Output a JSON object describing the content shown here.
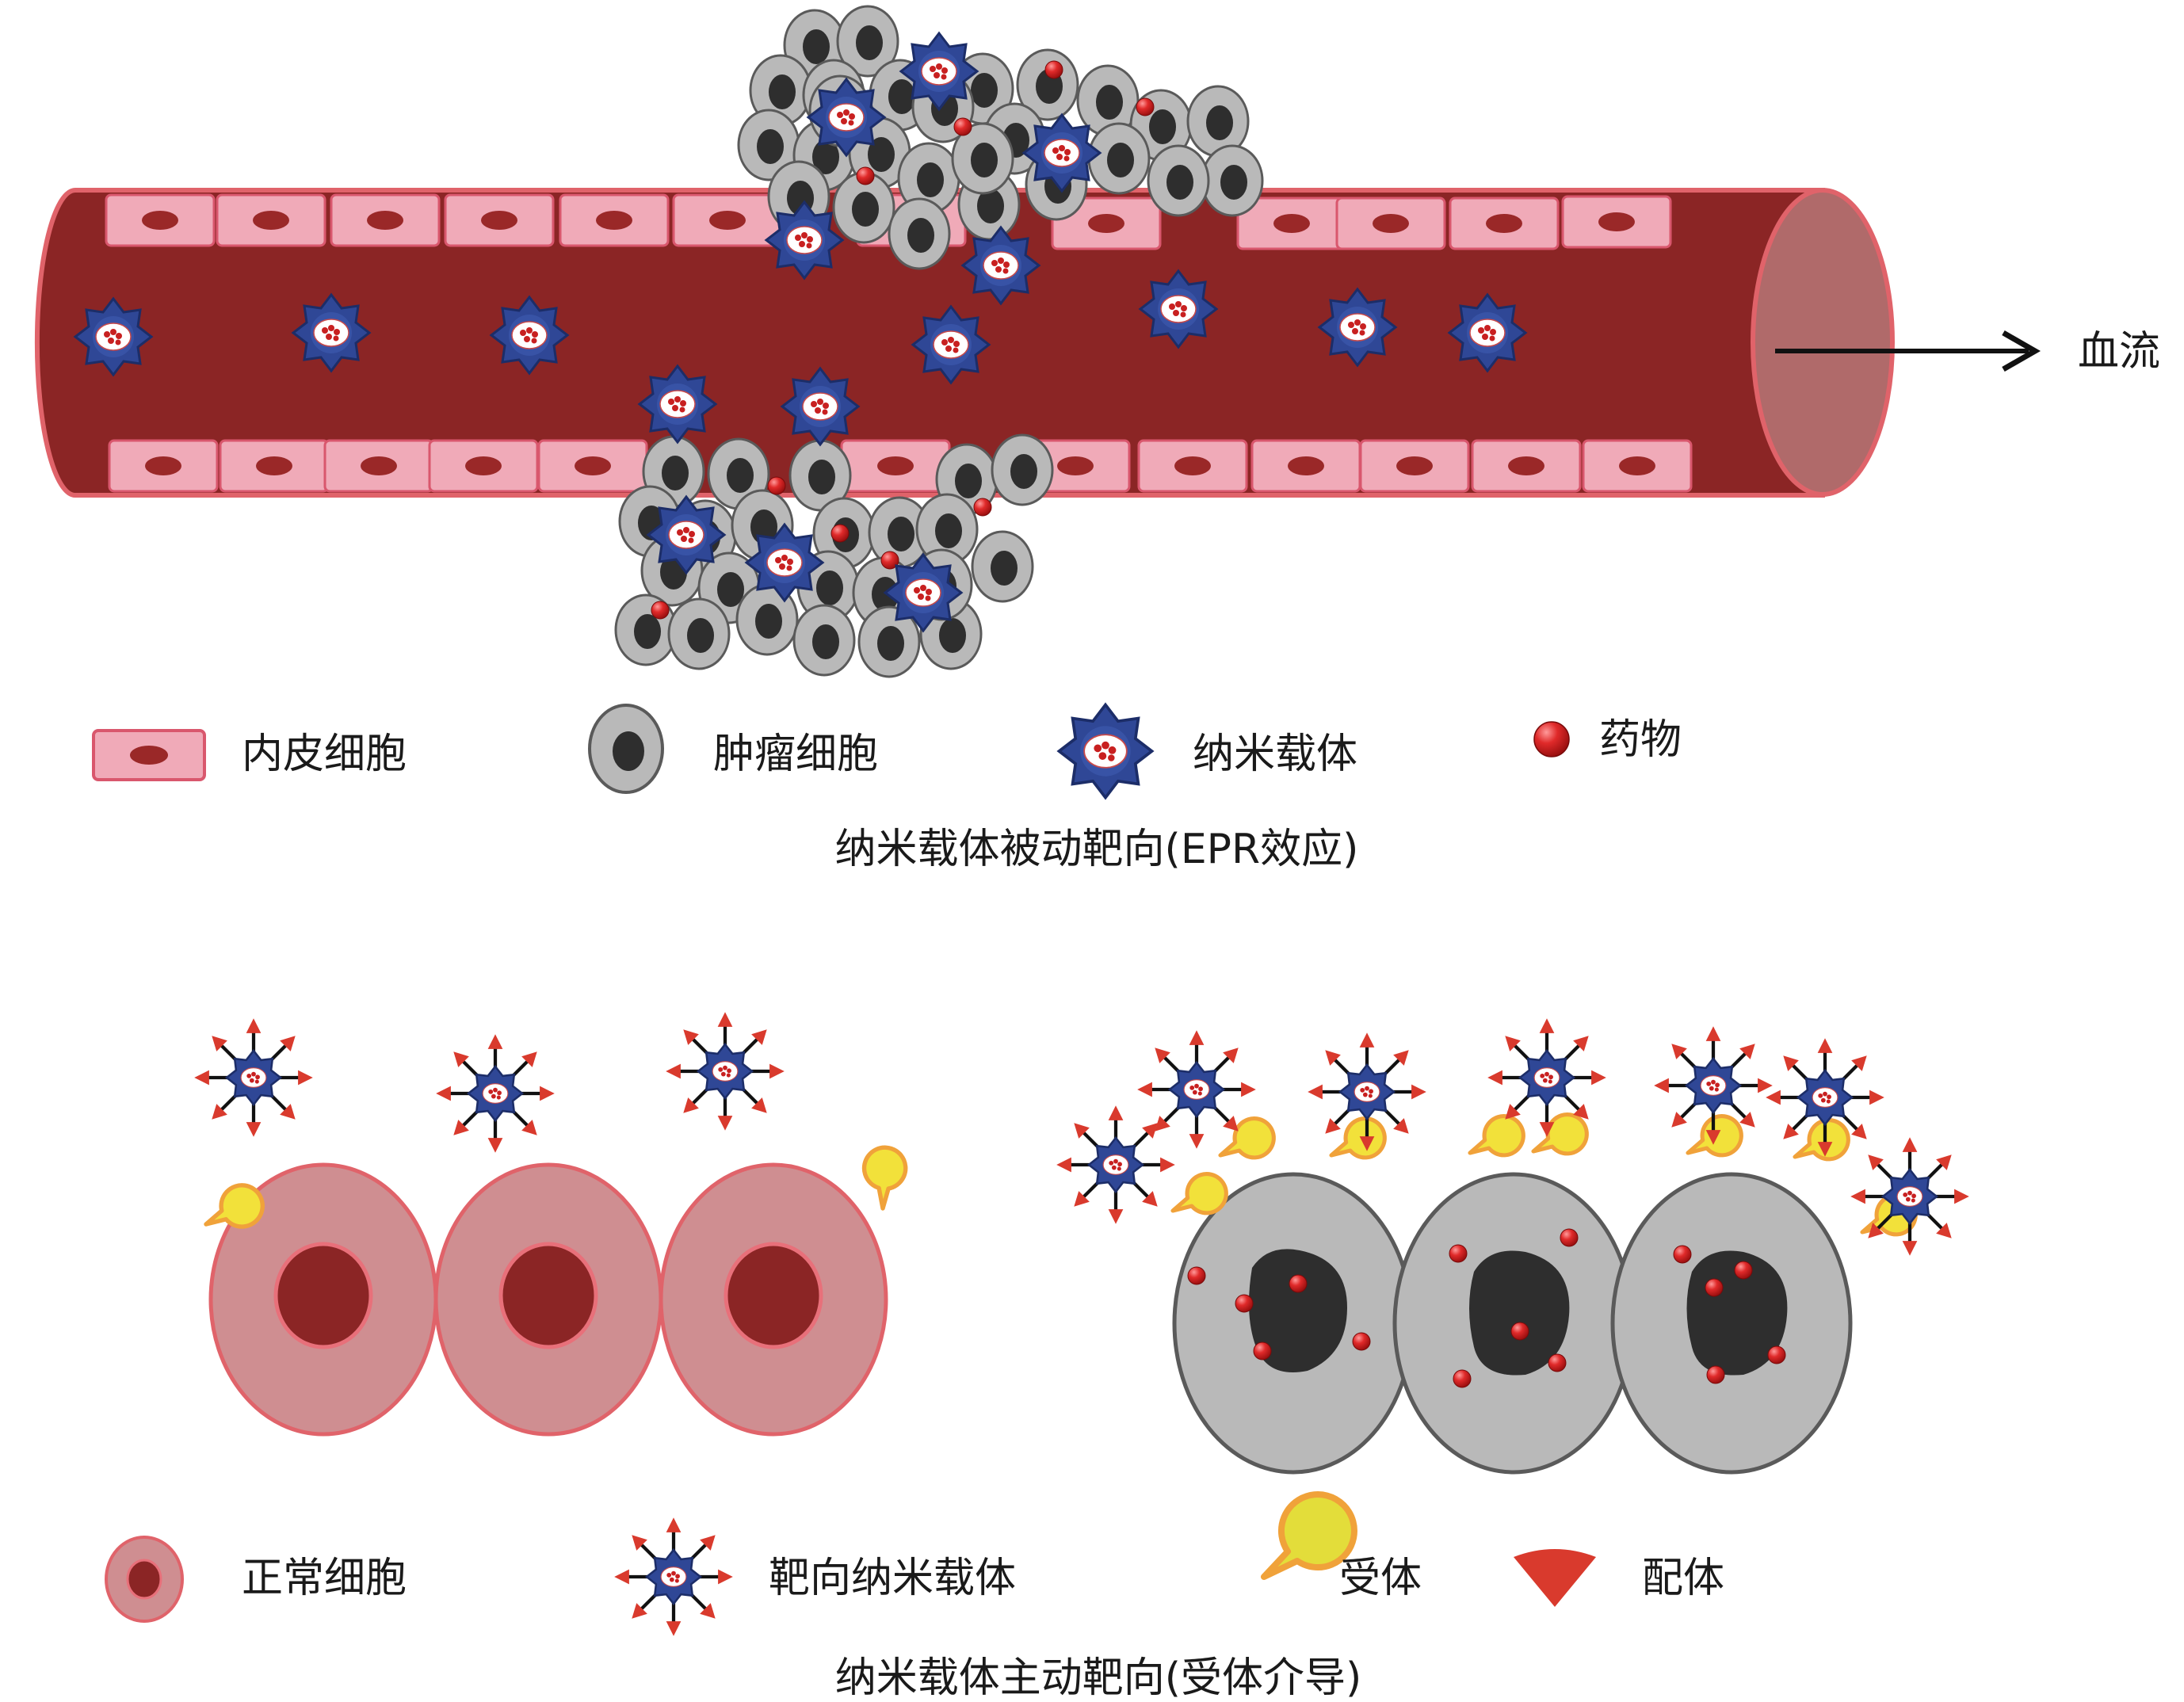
{
  "passive": {
    "flow_label": "血流",
    "legend": {
      "endothelial": "内皮细胞",
      "tumor": "肿瘤细胞",
      "nanocarrier": "纳米载体",
      "drug": "药物"
    },
    "caption": "纳米载体被动靶向(EPR效应)"
  },
  "active": {
    "legend": {
      "normal_cell": "正常细胞",
      "targeted_nanocarrier": "靶向纳米载体",
      "receptor": "受体",
      "ligand": "配体"
    },
    "caption": "纳米载体主动靶向(受体介导)"
  },
  "colors": {
    "vessel": "#8b2525",
    "vessel_outline": "#e0636a",
    "endothelial": "#f0aab8",
    "endothelial_nucleus": "#9a2828",
    "tumor_cell": "#b7b7b7",
    "tumor_nucleus": "#2e2e2e",
    "carrier": "#2f4796",
    "drug": "#d42a2a",
    "normal_cell": "#cf8e91",
    "normal_nucleus": "#8b2525",
    "receptor": "#f2e13a",
    "receptor_rim": "#f0a23a",
    "ligand": "#d93a2d"
  },
  "icons": [
    "arrow-right-icon",
    "endothelial-cell-icon",
    "tumor-cell-icon",
    "nanocarrier-icon",
    "drug-icon",
    "normal-cell-icon",
    "targeted-nanocarrier-icon",
    "receptor-icon",
    "ligand-icon"
  ]
}
